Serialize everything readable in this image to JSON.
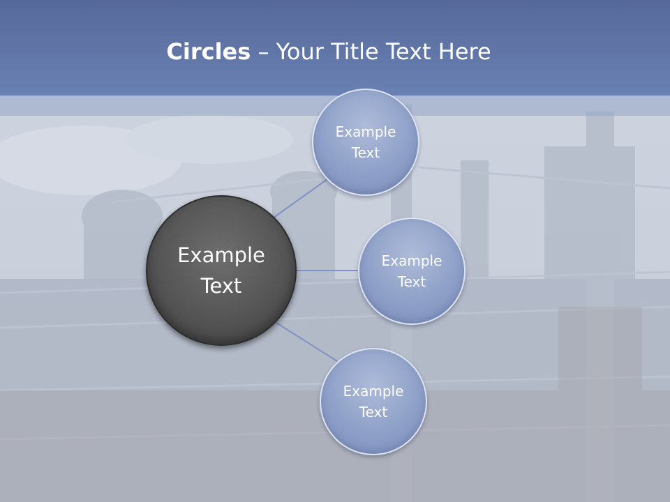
{
  "title": {
    "bold": "Circles",
    "rest": " – Your Title Text Here"
  },
  "main_circle": {
    "label": "Example\nText"
  },
  "circles": [
    {
      "label": "Example\nText"
    },
    {
      "label": "Example\nText"
    },
    {
      "label": "Example\nText"
    }
  ],
  "colors": {
    "header": "#6278a9",
    "small_circle": "#8ea0c8",
    "big_circle": "#555555",
    "connector": "#7f92c2"
  }
}
